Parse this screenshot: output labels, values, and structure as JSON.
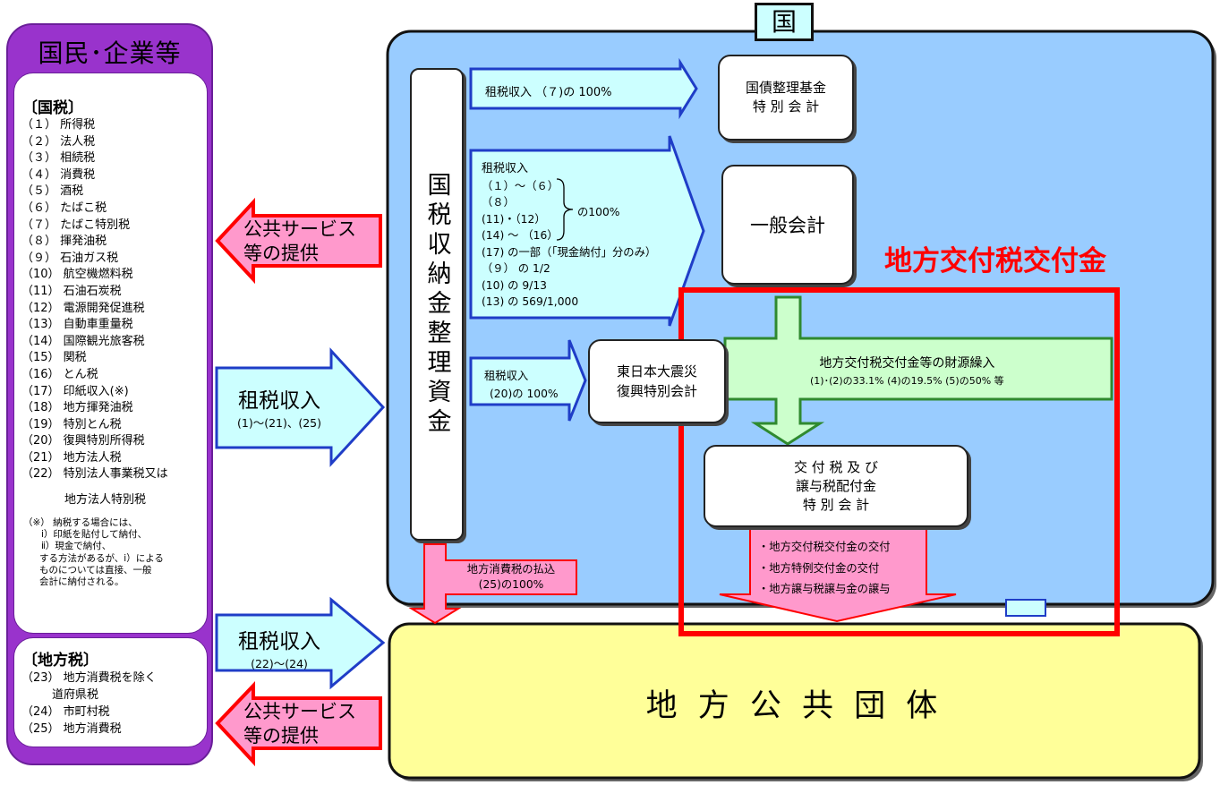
{
  "left_panel": {
    "title": "国民･企業等",
    "national_tax_heading": "〔国税〕",
    "national_taxes": [
      "（１） 所得税",
      "（２） 法人税",
      "（３） 相続税",
      "（４） 消費税",
      "（５） 酒税",
      "（６） たばこ税",
      "（７） たばこ特別税",
      "（８） 揮発油税",
      "（９） 石油ガス税",
      "（10） 航空機燃料税",
      "（11） 石油石炭税",
      "（12） 電源開発促進税",
      "（13） 自動車重量税",
      "（14） 国際観光旅客税",
      "（15） 関税",
      "（16） とん税",
      "（17） 印紙収入(※)",
      "（18） 地方揮発油税",
      "（19） 特別とん税",
      "（20） 復興特別所得税",
      "（21） 地方法人税",
      "（22） 特別法人事業税又は"
    ],
    "national_tax_cont": "地方法人特別税",
    "footnote_lines": [
      "（※） 納税する場合には、",
      "ⅰ）印紙を貼付して納付、",
      "ⅱ）現金で納付、",
      "する方法があるが、ⅰ）による",
      "ものについては直接、一般",
      "会計に納付される。"
    ],
    "local_tax_heading": "〔地方税〕",
    "local_taxes": [
      "（23） 地方消費税を除く",
      "（24） 市町村税",
      "（25） 地方消費税"
    ],
    "local_tax_cont": "道府県税"
  },
  "arrows": {
    "public_service_1": [
      "公共サービス",
      "等の提供"
    ],
    "tax_revenue_1": {
      "label": "租税収入",
      "sub": "(1)～(21)、(25)"
    },
    "tax_revenue_2": {
      "label": "租税収入",
      "sub": "(22)～(24)"
    },
    "public_service_2": [
      "公共サービス",
      "等の提供"
    ],
    "to_debt": "租税収入 （７)の 100%",
    "to_general_lines": [
      "租税収入",
      "（１）～（６）",
      "（８）",
      "(11)・（12）",
      "(14) ～ （16）",
      "(17) の一部（「現金納付」分のみ）",
      "（９） の 1/2",
      "(10) の 9/13",
      "(13) の 569/1,000"
    ],
    "to_general_brace": "の100%",
    "to_reconstruction": [
      "租税収入",
      "(20)の 100%"
    ],
    "local_consumption": [
      "地方消費税の払込",
      "(25)の100%"
    ],
    "transfer": [
      "地方交付税交付金等の財源繰入",
      "(1)･(2)の33.1% (4)の19.5% (5)の50% 等"
    ],
    "grants": [
      "・地方交付税交付金の交付",
      "・地方特例交付金の交付",
      "・地方譲与税譲与金の譲与"
    ]
  },
  "country": {
    "label": "国",
    "fund": "国税収納金整理資金",
    "debt_account": [
      "国債整理基金",
      "特 別 会 計"
    ],
    "general_account": "一般会計",
    "reconstruction_account": [
      "東日本大震災",
      "復興特別会計"
    ],
    "grant_account": [
      "交 付 税 及 び",
      "譲与税配付金",
      "特 別 会 計"
    ]
  },
  "highlight_label": "地方交付税交付金",
  "local_gov": "地 方 公 共 団 体",
  "colors": {
    "purple": "#9933cc",
    "blue_panel": "#99ccff",
    "yellow": "#ffff99",
    "pink": "#ff99cc",
    "red": "#ff0000",
    "cyan": "#ccffff",
    "green": "#ccffcc"
  }
}
